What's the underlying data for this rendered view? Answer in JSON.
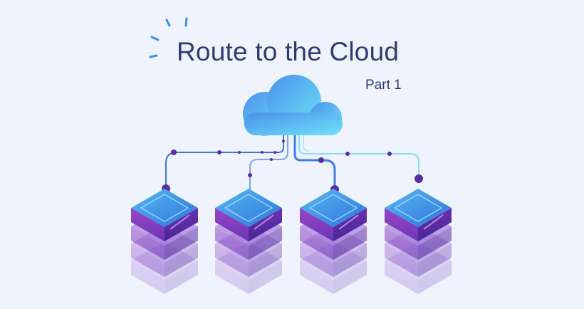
{
  "header": {
    "title": "Route to the Cloud",
    "subtitle": "Part 1"
  },
  "illustration": {
    "cloud_icon": "cloud-icon",
    "server_icon": "server-stack-icon",
    "server_count": 4,
    "colors": {
      "background": "#eef3fe",
      "title": "#2f3c6e",
      "cloud_light": "#6fe3f8",
      "cloud_dark": "#4a8fea",
      "server_top": "#3d8fe8",
      "server_mid": "#8a3fc4",
      "server_dark": "#5a2fa0",
      "node": "#5b2ea6",
      "wire_light": "#7fd6f3",
      "wire_dark": "#3b7fe0"
    }
  }
}
